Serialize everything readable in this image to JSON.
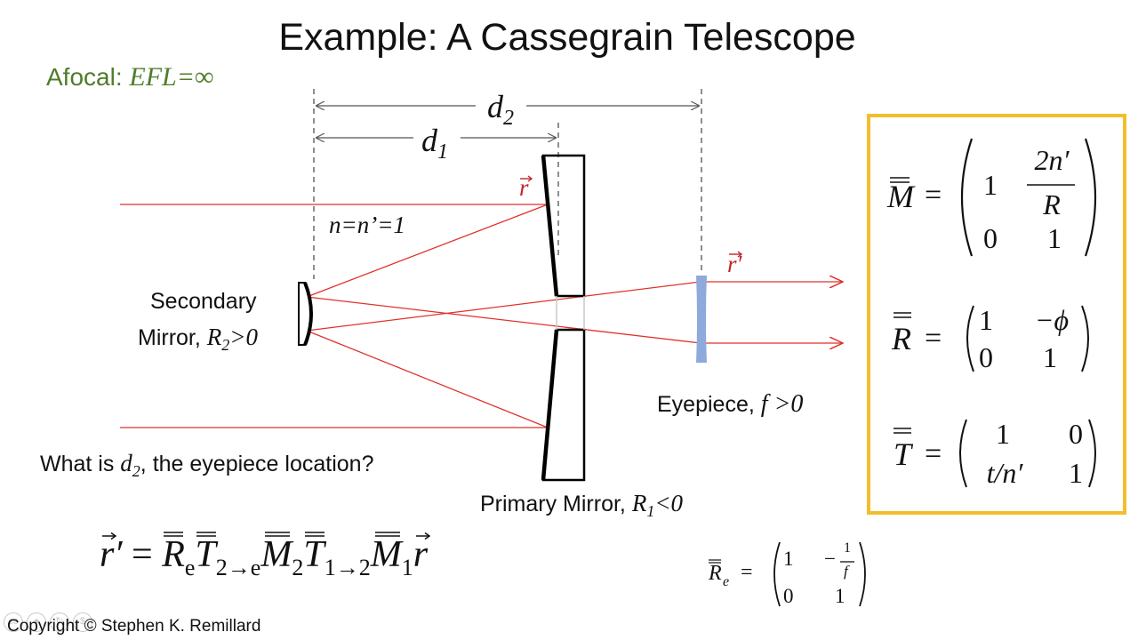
{
  "title": "Example: A Cassegrain Telescope",
  "afocal": {
    "label": "Afocal: ",
    "formula": "EFL=∞"
  },
  "diagram": {
    "d2_label": "d",
    "d2_sub": "2",
    "d1_label": "d",
    "d1_sub": "1",
    "r_vec": "r",
    "r_prime_vec": "r′",
    "index_label": "n=n’=1",
    "secondary_line1": "Secondary",
    "secondary_line2_text": "Mirror, ",
    "secondary_R": "R",
    "secondary_R_sub": "2",
    "secondary_cond": ">0",
    "primary_text": "Primary Mirror, ",
    "primary_R": "R",
    "primary_R_sub": "1",
    "primary_cond": "<0",
    "eyepiece_text": "Eyepiece, ",
    "eyepiece_f": "f",
    "eyepiece_cond": " >0",
    "question_pre": "What is ",
    "question_d": "d",
    "question_sub": "2",
    "question_post": ", the eyepiece location?",
    "colors": {
      "ray": "#e0322c",
      "lens": "#8ea9db",
      "box": "#f2be2c",
      "green": "#4e7d2a"
    }
  },
  "matrices": {
    "M": {
      "symbol": "M",
      "eq": "=",
      "a": "1",
      "b_num": "2n′",
      "b_den": "R",
      "c": "0",
      "d": "1"
    },
    "R": {
      "symbol": "R",
      "eq": "=",
      "a": "1",
      "b": "−ϕ",
      "c": "0",
      "d": "1"
    },
    "T": {
      "symbol": "T",
      "eq": "=",
      "a": "1",
      "b": "0",
      "c": "t/n′",
      "d": "1"
    },
    "Re": {
      "symbol": "R",
      "sub": "e",
      "eq": "=",
      "a": "1",
      "b_sign": "−",
      "b_num": "1",
      "b_den": "f",
      "c": "0",
      "d": "1"
    }
  },
  "equation": {
    "lhs": "r′",
    "eq": " = ",
    "t1": "R",
    "t1_sub": "e",
    "t2": "T",
    "t2_sub": "2→e",
    "t3": "M",
    "t3_sub": "2",
    "t4": "T",
    "t4_sub": "1→2",
    "t5": "M",
    "t5_sub": "1",
    "t6": "r"
  },
  "copyright": "Copyright © Stephen K. Remillard"
}
